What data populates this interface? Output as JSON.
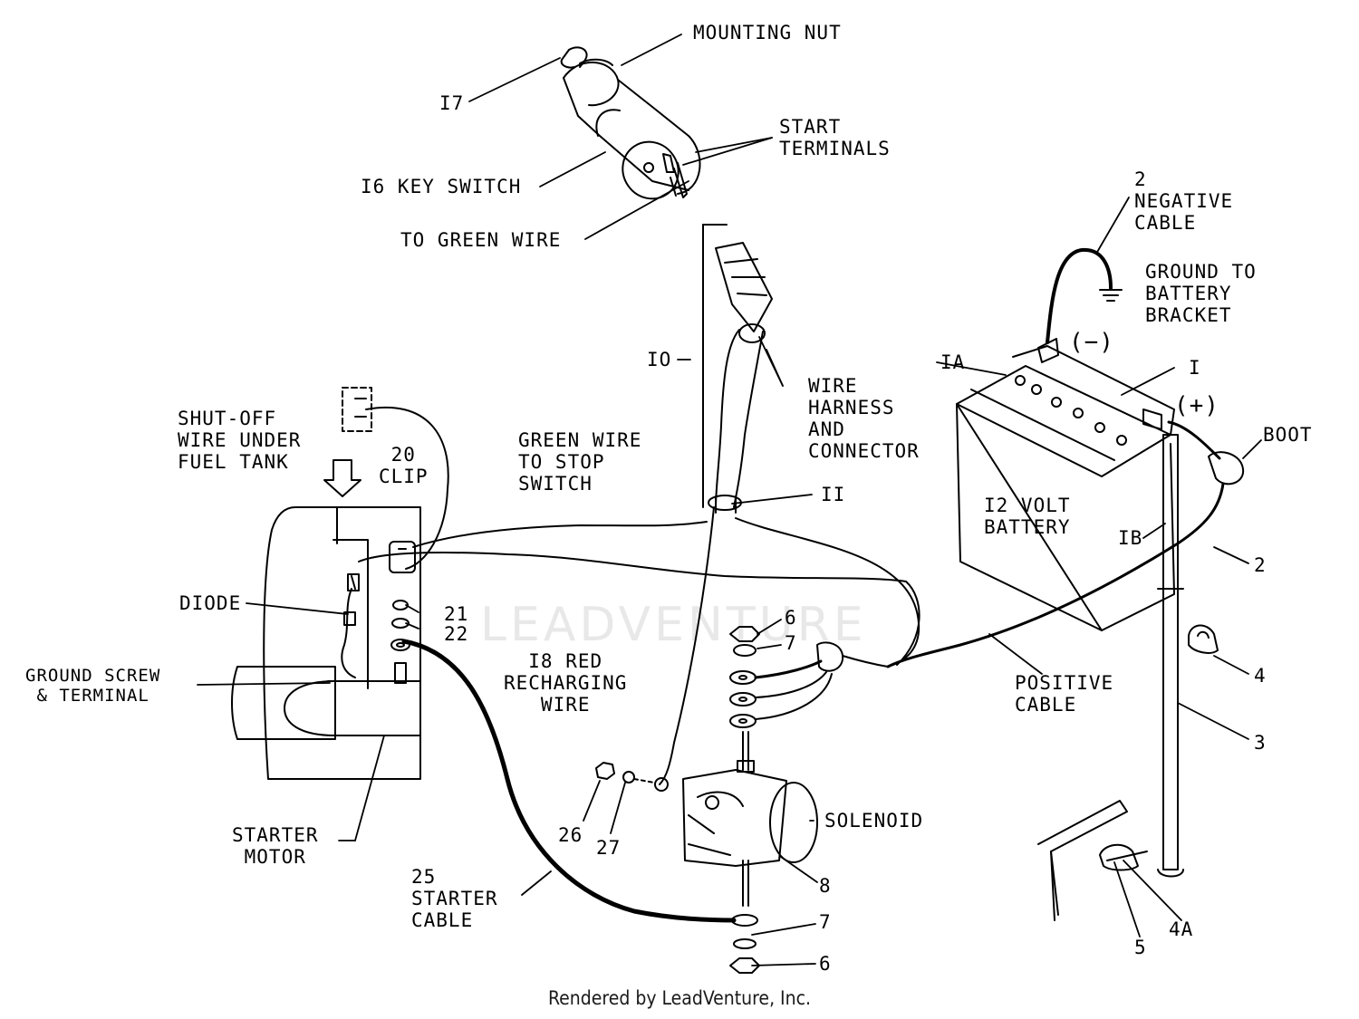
{
  "labels": {
    "mounting_nut": "MOUNTING NUT",
    "part_17": "I7",
    "start_terminals": "START\nTERMINALS",
    "key_switch": "I6 KEY SWITCH",
    "to_green_wire": "TO GREEN WIRE",
    "negative_cable": "2\nNEGATIVE\nCABLE",
    "ground_to_battery_bracket": "GROUND TO\nBATTERY\nBRACKET",
    "minus_sign": "(−)",
    "plus_sign": "(+)",
    "part_1a": "IA",
    "part_1": "I",
    "boot": "BOOT",
    "part_10": "IO",
    "wire_harness": "WIRE\nHARNESS\nAND\nCONNECTOR",
    "shut_off_wire": "SHUT-OFF\nWIRE UNDER\nFUEL TANK",
    "part_20_clip": "20\nCLIP",
    "green_wire_stop": "GREEN WIRE\nTO STOP\nSWITCH",
    "part_11": "II",
    "battery": "I2 VOLT\nBATTERY",
    "part_1b": "IB",
    "part_2": "2",
    "diode": "DIODE",
    "part_21": "21",
    "part_22": "22",
    "red_recharging": "I8 RED\nRECHARGING\nWIRE",
    "part_6_top": "6",
    "part_7_top": "7",
    "ground_screw": "GROUND SCREW\n& TERMINAL",
    "positive_cable": "POSITIVE\nCABLE",
    "part_4": "4",
    "part_3": "3",
    "starter_motor": "STARTER\nMOTOR",
    "solenoid": "SOLENOID",
    "part_26": "26",
    "part_27": "27",
    "part_8": "8",
    "starter_cable": "25\nSTARTER\nCABLE",
    "part_7_bottom": "7",
    "part_6_bottom": "6",
    "part_5": "5",
    "part_4a": "4A"
  },
  "watermark": "LEADVENTURE",
  "footer": "Rendered by LeadVenture, Inc."
}
